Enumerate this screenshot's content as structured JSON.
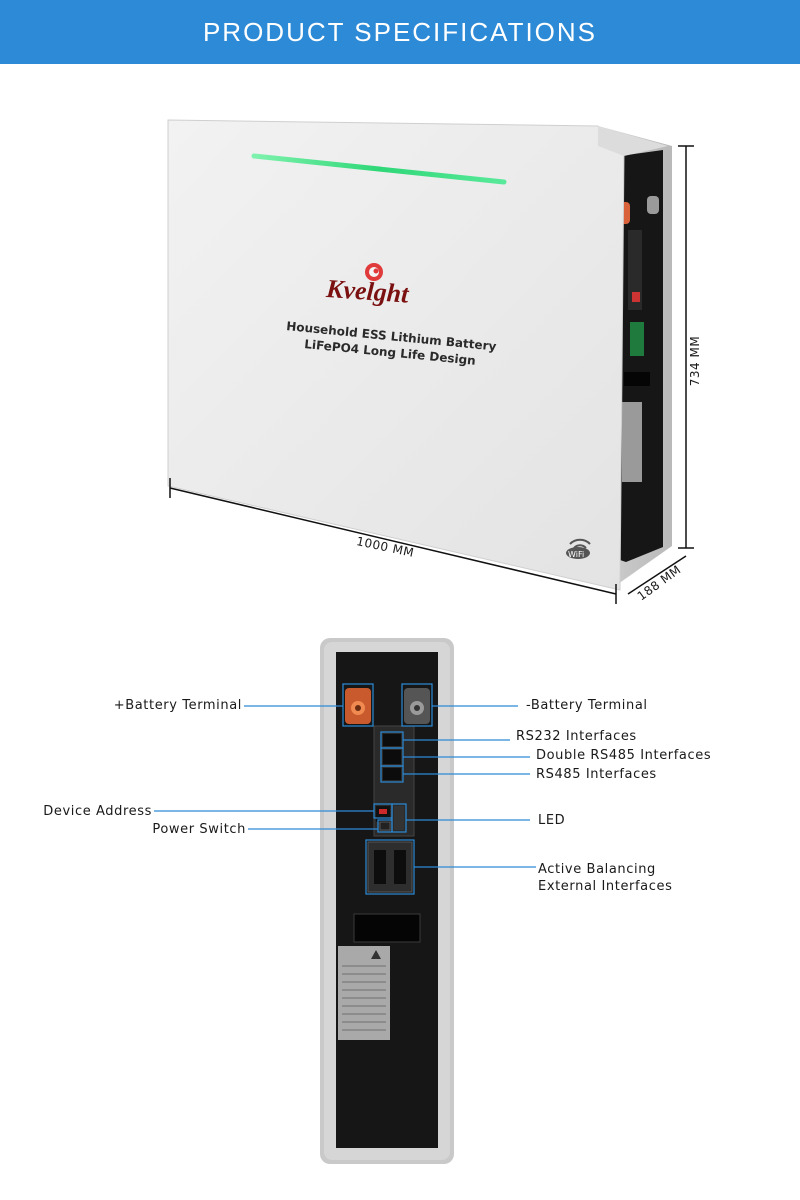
{
  "header": {
    "title": "PRODUCT SPECIFICATIONS"
  },
  "colors": {
    "header_bg": "#2d8ad6",
    "callout_line": "#2d8ad6",
    "accent_led": "#33e08a"
  },
  "product": {
    "brand": "Kvelght",
    "line1": "Household ESS Lithium Battery",
    "line2": "LiFePO4 Long Life Design",
    "wifi_badge": "WiFi"
  },
  "dimensions": {
    "width": "1000 MM",
    "height": "734 MM",
    "depth": "188 MM"
  },
  "callouts": {
    "pos_terminal": "+Battery Terminal",
    "neg_terminal": "-Battery Terminal",
    "rs232": "RS232 Interfaces",
    "double_rs485": "Double RS485 Interfaces",
    "rs485": "RS485 Interfaces",
    "device_address": "Device Address",
    "power_switch": "Power Switch",
    "led": "LED",
    "balancing_line1": "Active Balancing",
    "balancing_line2": "External Interfaces"
  },
  "icons": [
    "wifi-icon",
    "brand-logo-icon",
    "warning-icon"
  ]
}
